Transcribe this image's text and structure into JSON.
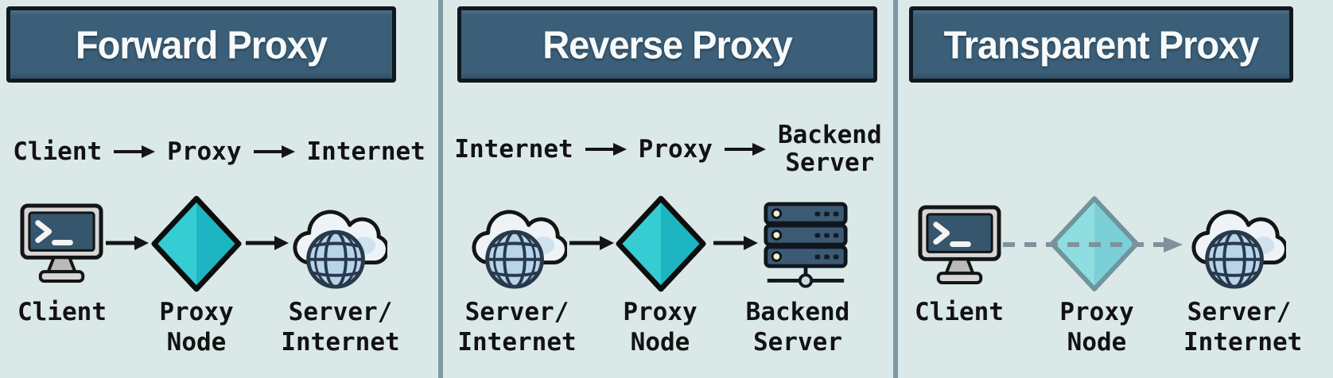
{
  "colors": {
    "panel-bg": "#dbe8e8",
    "header-bg": "#3b5f78",
    "header-border": "#10181f",
    "header-text": "#f7fafa",
    "divider": "#7e99a4",
    "text": "#121212",
    "arrow": "#141414",
    "dashed-arrow": "#7f929c",
    "diamond-left": "#36ccd3",
    "diamond-right": "#1db5c2",
    "diamond-border": "#0d0d0d",
    "diamond-faded-left": "#8edde0",
    "diamond-faded-right": "#7bcfd6",
    "diamond-faded-border": "#6f949c",
    "screen-blue": "#35566c",
    "monitor-gray": "#d6d6d6",
    "stand-gray": "#b9b9b9",
    "server-navy": "#3d5a75",
    "server-led": "#f3eecb",
    "globe-blue": "#b7d4eb",
    "globe-line": "#28394b",
    "cloud-white": "#edf3f6",
    "cloud-shade": "#cfe2ef"
  },
  "panels": [
    {
      "title": "Forward Proxy",
      "flow_steps": [
        "Client",
        "Proxy",
        "Internet"
      ],
      "nodes": [
        {
          "icon": "terminal-computer",
          "label": [
            "Client"
          ]
        },
        {
          "icon": "proxy-diamond",
          "label": [
            "Proxy",
            "Node"
          ]
        },
        {
          "icon": "cloud-globe",
          "label": [
            "Server/",
            "Internet"
          ]
        }
      ],
      "connection": "solid"
    },
    {
      "title": "Reverse Proxy",
      "flow_steps": [
        "Internet",
        "Proxy"
      ],
      "flow_final_stack": [
        "Backend",
        "Server"
      ],
      "nodes": [
        {
          "icon": "cloud-globe",
          "label": [
            "Server/",
            "Internet"
          ]
        },
        {
          "icon": "proxy-diamond",
          "label": [
            "Proxy",
            "Node"
          ]
        },
        {
          "icon": "server-rack",
          "label": [
            "Backend",
            "Server"
          ]
        }
      ],
      "connection": "solid"
    },
    {
      "title": "Transparent Proxy",
      "flow_steps": [],
      "nodes": [
        {
          "icon": "terminal-computer",
          "label": [
            "Client"
          ]
        },
        {
          "icon": "proxy-diamond-faded",
          "label": [
            "Proxy",
            "Node"
          ]
        },
        {
          "icon": "cloud-globe",
          "label": [
            "Server/",
            "Internet"
          ]
        }
      ],
      "connection": "dashed"
    }
  ]
}
